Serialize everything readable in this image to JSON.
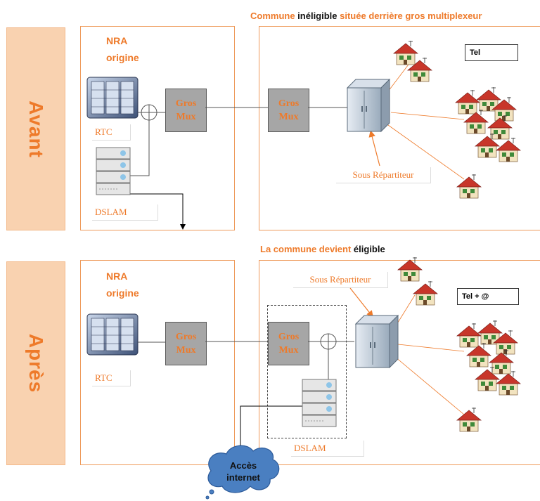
{
  "top": {
    "heading": {
      "part1": "Commune",
      "part2": " inéligible ",
      "part3": "située derrière gros multiplexeur"
    },
    "side_label": "Avant",
    "nra_line1": "NRA",
    "nra_line2": "origine",
    "rtc_label": "RTC",
    "dslam_label": "DSLAM",
    "mux_left": {
      "line1": "Gros",
      "line2": "Mux"
    },
    "mux_right": {
      "line1": "Gros",
      "line2": "Mux"
    },
    "sous_repartiteur": "Sous Répartiteur",
    "service_label": "Tel"
  },
  "bottom": {
    "heading": {
      "part1": "La commune devient ",
      "part2": "éligible"
    },
    "side_label": "Après",
    "nra_line1": "NRA",
    "nra_line2": "origine",
    "rtc_label": "RTC",
    "dslam_label": "DSLAM",
    "mux_left": {
      "line1": "Gros",
      "line2": "Mux"
    },
    "mux_right": {
      "line1": "Gros",
      "line2": "Mux"
    },
    "sous_repartiteur": "Sous Répartiteur",
    "service_label": "Tel + @",
    "cloud_line1": "Accès",
    "cloud_line2": "internet"
  },
  "colors": {
    "accent": "#ee7a2a",
    "tab_fill": "#f9d2b0",
    "mux_fill": "#a6a6a6",
    "cloud_fill": "#4a7fc1"
  }
}
